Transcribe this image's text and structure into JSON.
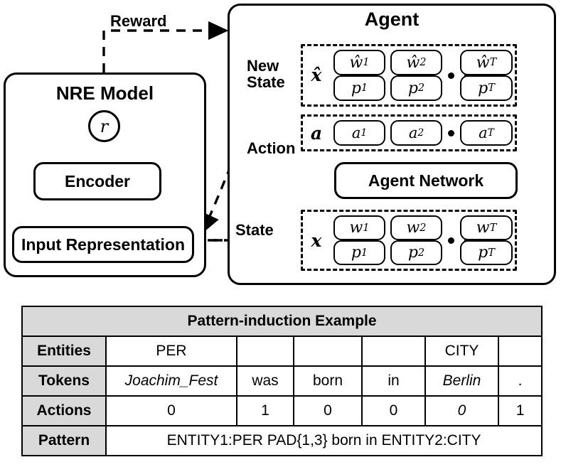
{
  "diagram": {
    "nre_model": {
      "title": "NRE Model",
      "reward_node": "r",
      "encoder": "Encoder",
      "input_representation": "Input Representation"
    },
    "agent": {
      "title": "Agent",
      "network": "Agent Network",
      "rows": [
        {
          "label": "New\nState",
          "symbol": "x̂",
          "cells": [
            {
              "top": "ŵ",
              "top_sub": "1",
              "bottom": "p",
              "bottom_sub": "1"
            },
            {
              "top": "ŵ",
              "top_sub": "2",
              "bottom": "p",
              "bottom_sub": "2"
            },
            {
              "top": "ŵ",
              "top_sub": "T",
              "bottom": "p",
              "bottom_sub": "T"
            }
          ]
        },
        {
          "label": "Action",
          "symbol": "a",
          "cells": [
            {
              "top": "a",
              "top_sub": "1"
            },
            {
              "top": "a",
              "top_sub": "2"
            },
            {
              "top": "a",
              "top_sub": "T"
            }
          ]
        },
        {
          "label": "State",
          "symbol": "x",
          "cells": [
            {
              "top": "w",
              "top_sub": "1",
              "bottom": "p",
              "bottom_sub": "1"
            },
            {
              "top": "w",
              "top_sub": "2",
              "bottom": "p",
              "bottom_sub": "2"
            },
            {
              "top": "w",
              "top_sub": "T",
              "bottom": "p",
              "bottom_sub": "T"
            }
          ]
        }
      ]
    },
    "edges": {
      "reward": "Reward",
      "state": "State"
    }
  },
  "table": {
    "caption": "Pattern-induction Example",
    "rows": [
      {
        "header": "Entities",
        "cells": [
          "PER",
          "",
          "",
          "",
          "CITY",
          ""
        ],
        "italic": [
          false,
          false,
          false,
          false,
          false,
          false
        ]
      },
      {
        "header": "Tokens",
        "cells": [
          "Joachim_Fest",
          "was",
          "born",
          "in",
          "Berlin",
          "."
        ],
        "italic": [
          true,
          false,
          false,
          false,
          true,
          false
        ]
      },
      {
        "header": "Actions",
        "cells": [
          "0",
          "1",
          "0",
          "0",
          "0",
          "1"
        ],
        "italic": [
          false,
          false,
          false,
          false,
          true,
          false
        ]
      }
    ],
    "pattern_header": "Pattern",
    "pattern_value": "ENTITY1:PER PAD{1,3} born in ENTITY2:CITY"
  },
  "colors": {
    "stroke": "#000000",
    "header_fill": "#d9d9d9",
    "background": "#ffffff"
  }
}
